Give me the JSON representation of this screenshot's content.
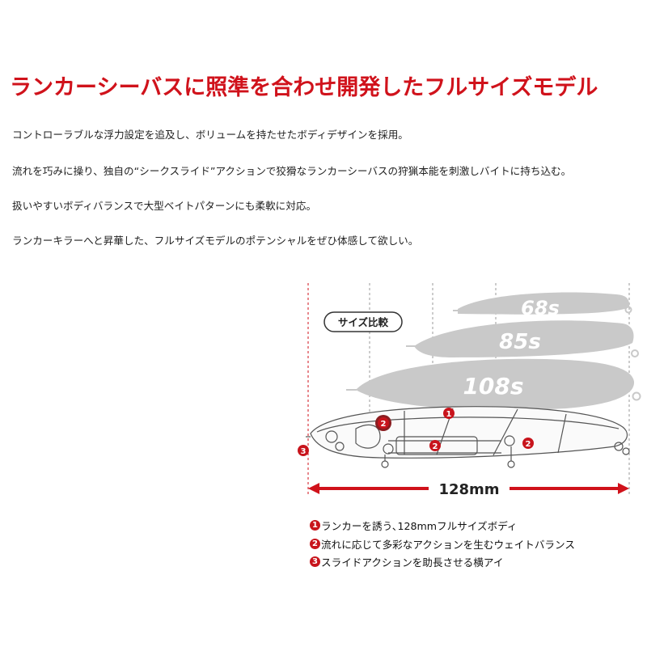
{
  "headline": "ランカーシーバスに照準を合わせ開発したフルサイズモデル",
  "paragraphs": [
    "コントローラブルな浮力設定を追及し、ボリュームを持たせたボディデザインを採用。",
    "流れを巧みに操り、独自の“シークスライド”アクションで狡猾なランカーシーバスの狩猟本能を刺激しバイトに持ち込む。",
    "扱いやすいボディバランスで大型ベイトパターンにも柔軟に対応。",
    "ランカーキラーへと昇華した、フルサイズモデルのポテンシャルをぜひ体感して欲しい。"
  ],
  "figure": {
    "size_label": "サイズ比較",
    "lures": [
      "68s",
      "85s",
      "108s"
    ],
    "dimension": "128mm",
    "markers": [
      "1",
      "2",
      "3"
    ]
  },
  "legend": [
    {
      "num": "1",
      "text": "ランカーを誘う､128mmフルサイズボディ"
    },
    {
      "num": "2",
      "text": "流れに応じて多彩なアクションを生むウェイトバランス"
    },
    {
      "num": "3",
      "text": "スライドアクションを助長させる横アイ"
    }
  ],
  "colors": {
    "accent": "#d0121b",
    "silhouette": "#c9c9c9",
    "line": "#555555"
  }
}
